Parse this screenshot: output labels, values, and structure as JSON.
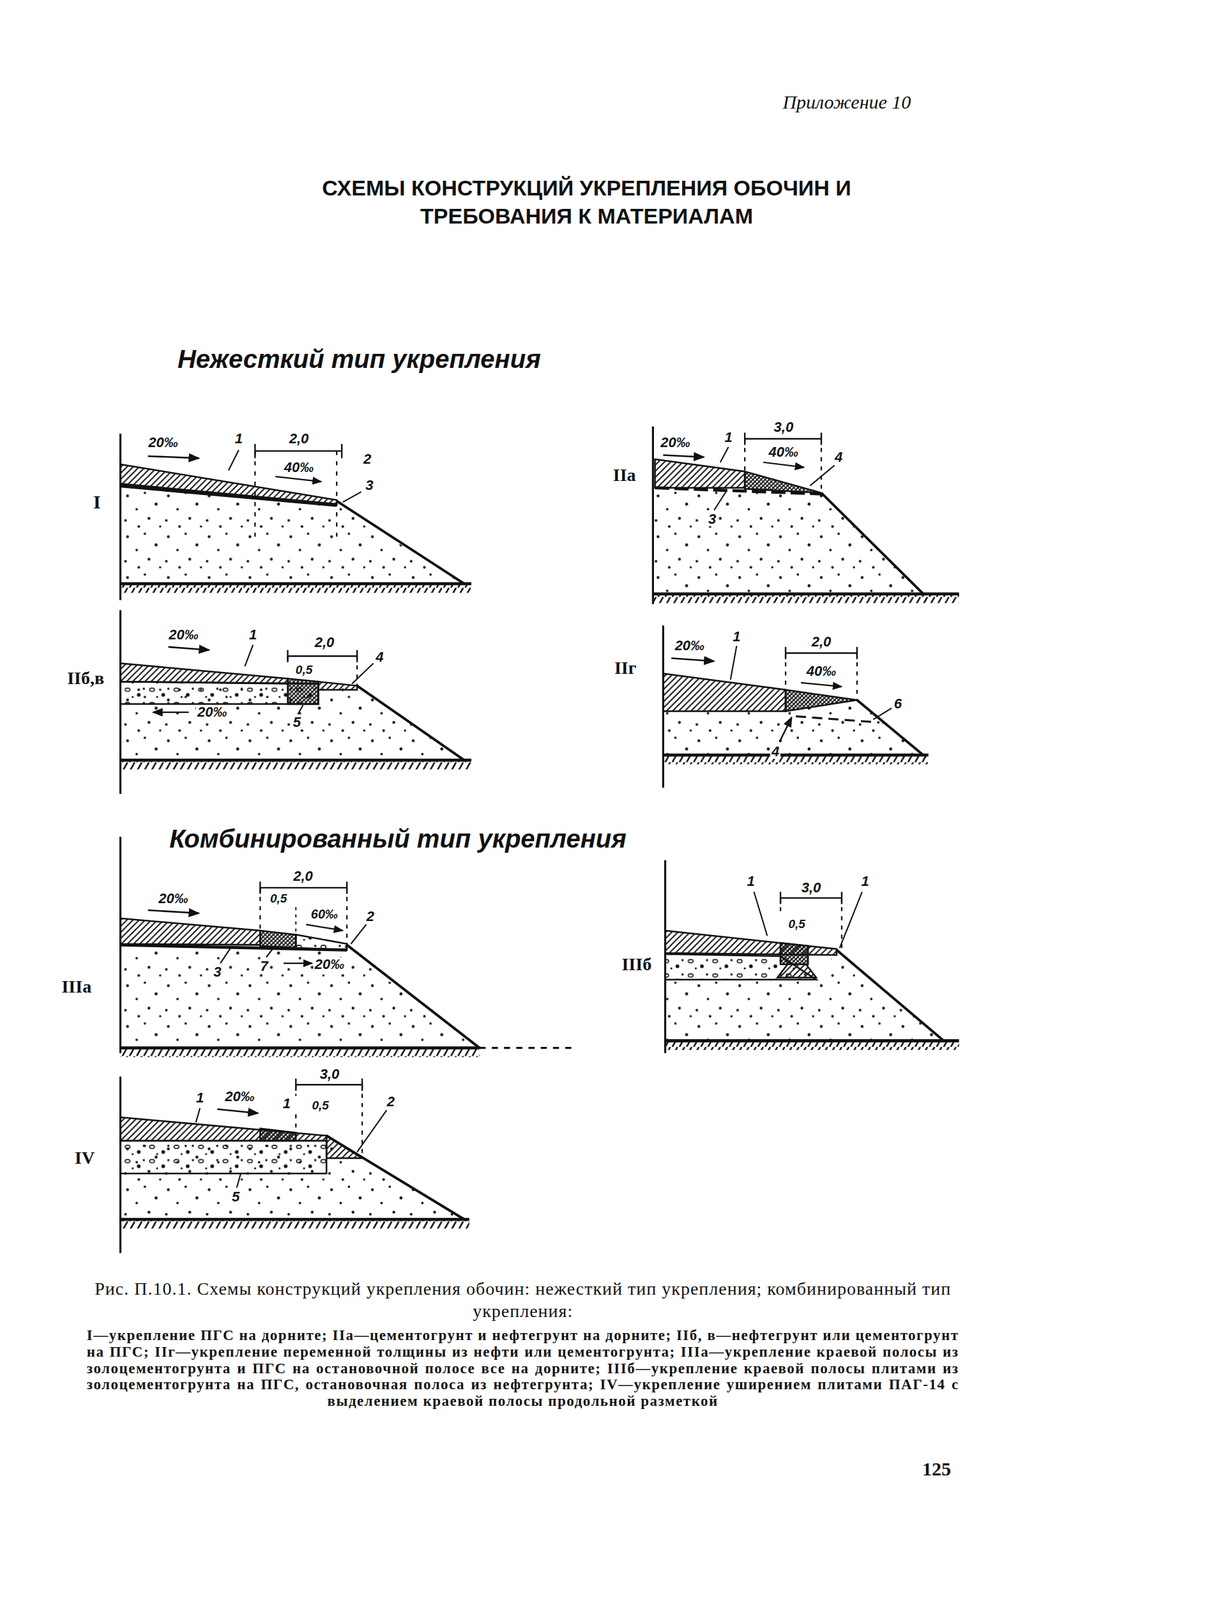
{
  "diagram": {
    "title": "СХЕМЫ КОНСТРУКЦИЙ УКРЕПЛЕНИЯ ОБОЧИН И ТРЕБОВАНИЯ К МАТЕРИАЛАМ",
    "caption": "Рис. П.10.1. Схемы конструкций укрепления обочин: нежесткий тип укрепления; комбинированный тип укрепления:",
    "labels": [
      "Приложение 10",
      "Нежесткий тип укрепления",
      "Комбинированный тип укрепления",
      "I",
      "20‰",
      "1",
      "2,0",
      "40‰",
      "2",
      "3",
      "IIа",
      "20‰",
      "1",
      "3,0",
      "40‰",
      "4",
      "3",
      "IIб,в",
      "20‰",
      "1",
      "2,0",
      "0,5",
      "4",
      "20‰",
      "5",
      "IIг",
      "20‰",
      "1",
      "2,0",
      "40‰",
      "6",
      "4",
      "IIIа",
      "20‰",
      "2,0",
      "0,5",
      "60‰",
      "2",
      "3",
      "7",
      "20‰",
      "IIIб",
      "1",
      "3,0",
      "0,5",
      "1",
      "IV",
      "1",
      "20‰",
      "1",
      "3,0",
      "0,5",
      "2",
      "5",
      "I—укрепление ПГС на дорните; IIа—цементогрунт и нефтегрунт на дорните; IIб, в—нефтегрунт или цементогрунт на ПГС; IIг—укрепление переменной толщины из нефти или цементогрунта; IIIа—укрепление краевой полосы из золоцементогрунта и ПГС на остановочной полосе все на дорните; IIIб—укрепление краевой полосы плитами из золоцементогрунта на ПГС, остановочная полоса из нефтегрунта; IV—укрепление уширением плитами ПАГ-14 с выделением краевой полосы продольной разметкой",
      "125"
    ]
  }
}
